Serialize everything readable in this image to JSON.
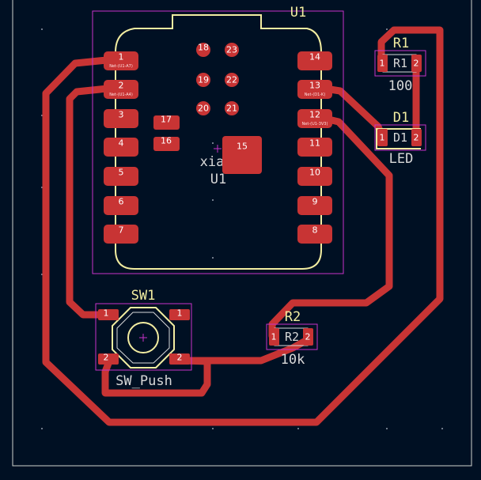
{
  "colors": {
    "background": "#001023",
    "copper": "#c83434",
    "silkscreen": "#f2eda1",
    "courtyard": "#c832c8",
    "fab_text": "#d8d8d8",
    "edge_cuts": "#d0d2cd"
  },
  "u1": {
    "reference": "U1",
    "value_text": "xia",
    "fab_reference": "U1",
    "left_pads": [
      {
        "number": "1",
        "net": "Net-(U1-A7)"
      },
      {
        "number": "2",
        "net": "Net-(U1-A4)"
      },
      {
        "number": "3",
        "net": ""
      },
      {
        "number": "4",
        "net": ""
      },
      {
        "number": "5",
        "net": ""
      },
      {
        "number": "6",
        "net": ""
      },
      {
        "number": "7",
        "net": ""
      }
    ],
    "right_pads": [
      {
        "number": "14",
        "net": ""
      },
      {
        "number": "13",
        "net": "Net-(D1-K)"
      },
      {
        "number": "12",
        "net": "Net-(U1-3V3)"
      },
      {
        "number": "11",
        "net": ""
      },
      {
        "number": "10",
        "net": ""
      },
      {
        "number": "9",
        "net": ""
      },
      {
        "number": "8",
        "net": ""
      }
    ],
    "round_pads": [
      "18",
      "23",
      "19",
      "22",
      "20",
      "21"
    ],
    "small_pads": [
      "17",
      "16"
    ],
    "center_pad": "15"
  },
  "r1": {
    "reference": "R1",
    "fab_reference": "R1",
    "value": "100",
    "pads": [
      "1",
      "2"
    ]
  },
  "d1": {
    "reference": "D1",
    "fab_reference": "D1",
    "value": "LED",
    "pads": [
      "1",
      "2"
    ]
  },
  "r2": {
    "reference": "R2",
    "fab_reference": "R2",
    "value": "10k",
    "pads": [
      "1",
      "2"
    ]
  },
  "sw1": {
    "reference": "SW1",
    "value": "SW_Push",
    "pads": [
      "1",
      "1",
      "2",
      "2"
    ]
  }
}
